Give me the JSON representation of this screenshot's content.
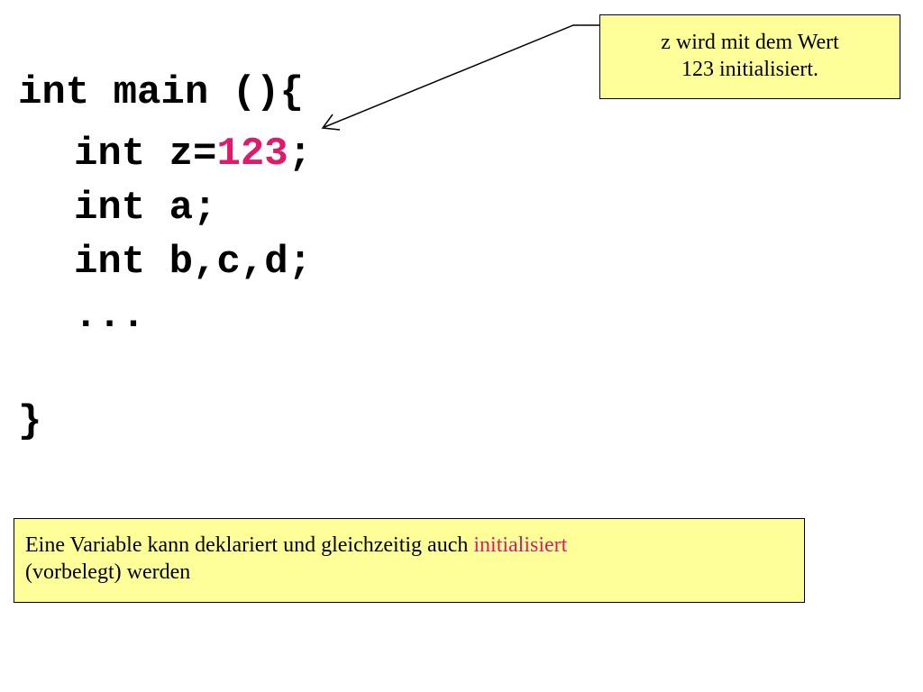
{
  "code": {
    "line1": "int main (){",
    "line2_prefix": "int z=",
    "line2_value": "123",
    "line2_suffix": ";",
    "line3": "int a;",
    "line4": "int b,c,d;",
    "line5": "...",
    "line6": "}"
  },
  "callouts": {
    "top_line1": "z wird mit dem Wert",
    "top_line2": "123 initialisiert.",
    "bottom_before": "Eine Variable kann deklariert und gleichzeitig auch ",
    "bottom_highlight": "initialisiert",
    "bottom_line2": "(vorbelegt) werden"
  },
  "colors": {
    "highlight": "#e0196b",
    "callout_background": "#ffff99"
  }
}
